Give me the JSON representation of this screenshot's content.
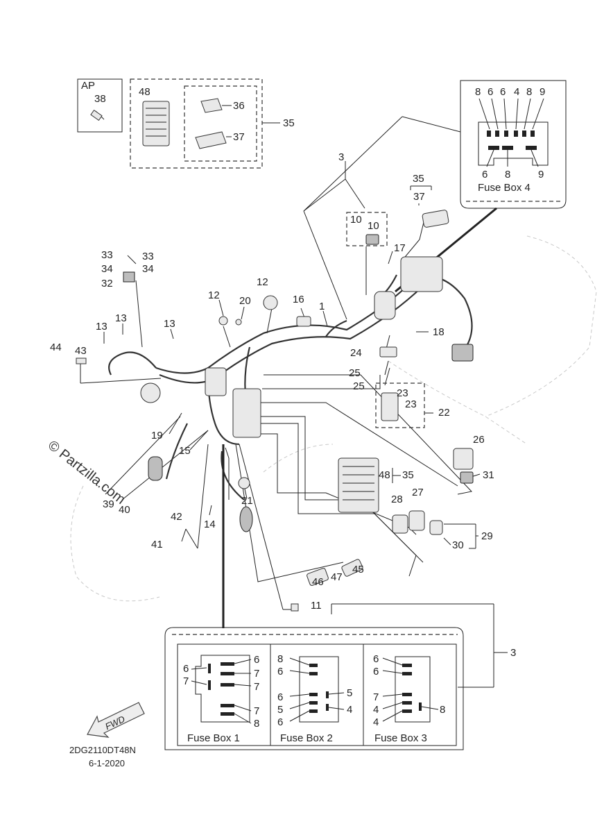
{
  "diagram": {
    "code": "2DG2110DT48N",
    "date": "6-1-2020",
    "watermark": "© Partzilla.com",
    "ap_label": "AP",
    "fwd_label": "FWD"
  },
  "callouts": {
    "c1": "1",
    "c3a": "3",
    "c3b": "3",
    "c10a": "10",
    "c10b": "10",
    "c11": "11",
    "c12a": "12",
    "c12b": "12",
    "c13a": "13",
    "c13b": "13",
    "c13c": "13",
    "c14": "14",
    "c15": "15",
    "c16": "16",
    "c17": "17",
    "c18": "18",
    "c19": "19",
    "c20": "20",
    "c21": "21",
    "c22": "22",
    "c23a": "23",
    "c23b": "23",
    "c24": "24",
    "c25a": "25",
    "c25b": "25",
    "c26": "26",
    "c27": "27",
    "c28": "28",
    "c29": "29",
    "c30": "30",
    "c31": "31",
    "c32": "32",
    "c33a": "33",
    "c33b": "33",
    "c34a": "34",
    "c34b": "34",
    "c35a": "35",
    "c35b": "35",
    "c35c": "35",
    "c36": "36",
    "c37a": "37",
    "c37b": "37",
    "c38": "38",
    "c39": "39",
    "c40": "40",
    "c41": "41",
    "c42": "42",
    "c43": "43",
    "c44": "44",
    "c45": "45",
    "c46": "46",
    "c47": "47",
    "c48a": "48",
    "c48b": "48"
  },
  "fuse_boxes": {
    "fb1": {
      "title": "Fuse Box 1",
      "l1": "6",
      "l2": "7",
      "r1": "6",
      "r2": "7",
      "r3": "7",
      "r4": "7",
      "r5": "8"
    },
    "fb2": {
      "title": "Fuse Box 2",
      "l1": "8",
      "l2": "6",
      "l3": "6",
      "l4": "5",
      "l5": "6",
      "r1": "5",
      "r2": "4"
    },
    "fb3": {
      "title": "Fuse Box 3",
      "l1": "6",
      "l2": "6",
      "l3": "7",
      "l4": "4",
      "l5": "4",
      "r1": "8"
    },
    "fb4": {
      "title": "Fuse Box 4",
      "t1": "8",
      "t2": "6",
      "t3": "6",
      "t4": "4",
      "t5": "8",
      "t6": "9",
      "b1": "6",
      "b2": "8",
      "b3": "9"
    }
  }
}
